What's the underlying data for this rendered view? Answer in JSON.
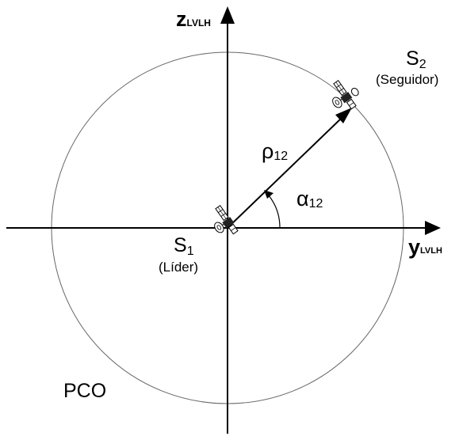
{
  "axes": {
    "z_main": "z",
    "z_sub": "LVLH",
    "y_main": "y",
    "y_sub": "LVLH"
  },
  "leader": {
    "symbol": "S",
    "sub": "1",
    "role": "(Líder)"
  },
  "follower": {
    "symbol": "S",
    "sub": "2",
    "role": "(Seguidor)"
  },
  "distance": {
    "symbol": "ρ",
    "sub": "12"
  },
  "angle": {
    "symbol": "α",
    "sub": "12"
  },
  "orbit": {
    "label": "PCO"
  },
  "colors": {
    "line": "#000000",
    "orbit": "#555555",
    "background": "#ffffff"
  }
}
